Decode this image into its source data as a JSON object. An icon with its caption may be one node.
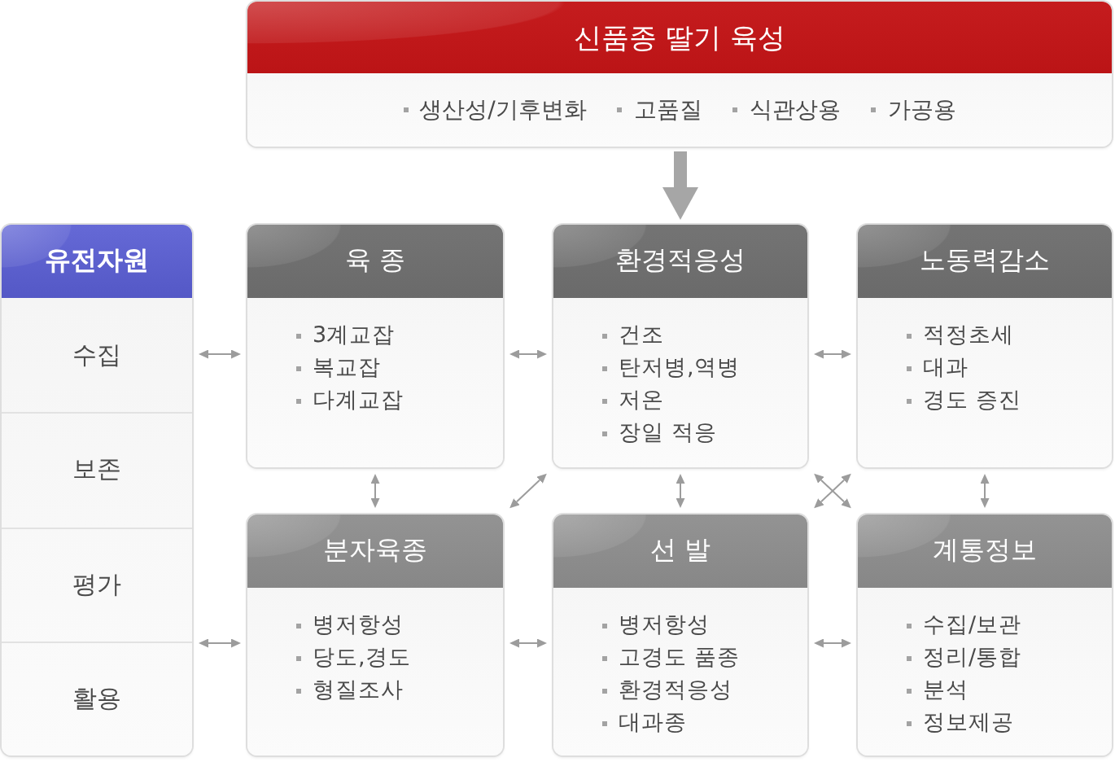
{
  "diagram": {
    "nodes": [
      {
        "text": [
          "신품종 딸기 육성",
          "생산성/기후변화",
          "고품질",
          "식관상용",
          "가공용"
        ]
      },
      {
        "text": [
          "유전자원",
          "수집",
          "보존",
          "평가",
          "활용"
        ]
      },
      {
        "text": [
          "육 종",
          "3계교잡",
          "복교잡",
          "다계교잡"
        ]
      },
      {
        "text": [
          "환경적응성",
          "건조",
          "탄저병,역병",
          "저온",
          "장일 적응"
        ]
      },
      {
        "text": [
          "노동력감소",
          "적정초세",
          "대과",
          "경도 증진"
        ]
      },
      {
        "text": [
          "분자육종",
          "병저항성",
          "당도,경도",
          "형질조사"
        ]
      },
      {
        "text": [
          "선 발",
          "병저항성",
          "고경도 품종",
          "환경적응성",
          "대과종"
        ]
      },
      {
        "text": [
          "계통정보",
          "수집/보관",
          "정리/통합",
          "분석",
          "정보제공"
        ]
      }
    ],
    "edges": [
      {
        "from": 0,
        "to": 3,
        "arrow": "to",
        "style": "thick"
      },
      {
        "from": 1,
        "to": 2,
        "arrow": "both"
      },
      {
        "from": 2,
        "to": 3,
        "arrow": "both"
      },
      {
        "from": 3,
        "to": 4,
        "arrow": "both"
      },
      {
        "from": 2,
        "to": 5,
        "arrow": "both"
      },
      {
        "from": 3,
        "to": 5,
        "arrow": "both"
      },
      {
        "from": 3,
        "to": 6,
        "arrow": "both"
      },
      {
        "from": 3,
        "to": 7,
        "arrow": "both"
      },
      {
        "from": 4,
        "to": 6,
        "arrow": "both"
      },
      {
        "from": 4,
        "to": 7,
        "arrow": "both"
      },
      {
        "from": 1,
        "to": 5,
        "arrow": "both"
      },
      {
        "from": 5,
        "to": 6,
        "arrow": "both"
      },
      {
        "from": 6,
        "to": 7,
        "arrow": "both"
      }
    ]
  }
}
